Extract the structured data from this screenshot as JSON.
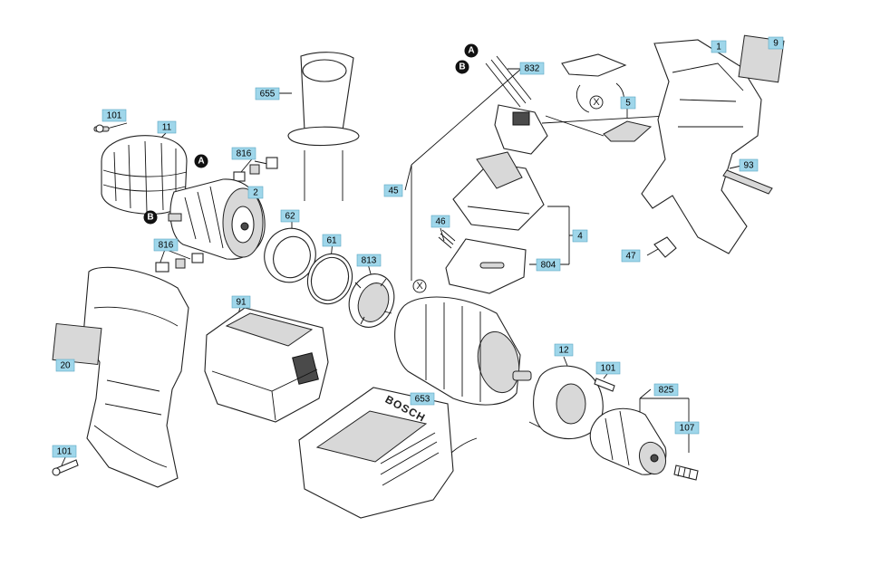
{
  "parts": [
    {
      "id": "p1",
      "label": "1"
    },
    {
      "id": "p2",
      "label": "2"
    },
    {
      "id": "p4",
      "label": "4"
    },
    {
      "id": "p5",
      "label": "5"
    },
    {
      "id": "p9",
      "label": "9"
    },
    {
      "id": "p11",
      "label": "11"
    },
    {
      "id": "p12",
      "label": "12"
    },
    {
      "id": "p20",
      "label": "20"
    },
    {
      "id": "p45",
      "label": "45"
    },
    {
      "id": "p46",
      "label": "46"
    },
    {
      "id": "p47",
      "label": "47"
    },
    {
      "id": "p61",
      "label": "61"
    },
    {
      "id": "p62",
      "label": "62"
    },
    {
      "id": "p91",
      "label": "91"
    },
    {
      "id": "p93",
      "label": "93"
    },
    {
      "id": "p101a",
      "label": "101"
    },
    {
      "id": "p101b",
      "label": "101"
    },
    {
      "id": "p101c",
      "label": "101"
    },
    {
      "id": "p107",
      "label": "107"
    },
    {
      "id": "p653",
      "label": "653"
    },
    {
      "id": "p655",
      "label": "655"
    },
    {
      "id": "p804",
      "label": "804"
    },
    {
      "id": "p813",
      "label": "813"
    },
    {
      "id": "p816a",
      "label": "816"
    },
    {
      "id": "p816b",
      "label": "816"
    },
    {
      "id": "p825",
      "label": "825"
    },
    {
      "id": "p832",
      "label": "832"
    }
  ],
  "markers": [
    {
      "id": "A1",
      "label": "A"
    },
    {
      "id": "B1",
      "label": "B"
    },
    {
      "id": "A2",
      "label": "A"
    },
    {
      "id": "B2",
      "label": "B"
    },
    {
      "id": "X1",
      "label": "X"
    },
    {
      "id": "X2",
      "label": "X"
    }
  ],
  "brand_text": "BOSCH"
}
